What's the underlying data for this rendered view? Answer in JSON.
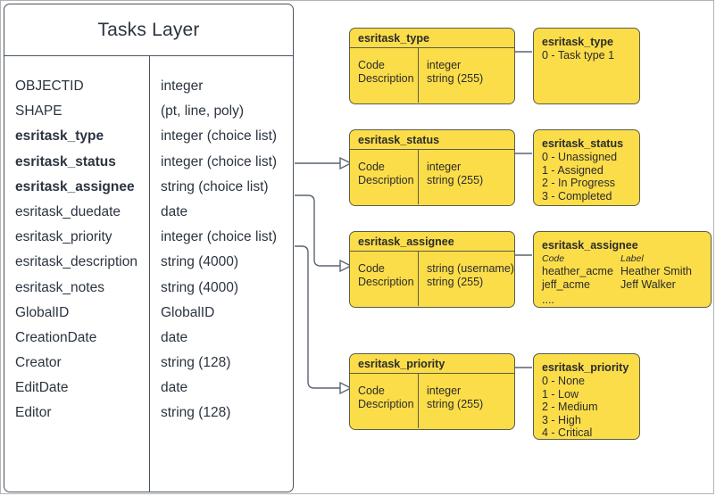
{
  "diagram": {
    "entity": {
      "title": "Tasks Layer",
      "fields": [
        {
          "name": "OBJECTID",
          "type": "integer",
          "bold": false
        },
        {
          "name": "SHAPE",
          "type": "(pt, line, poly)",
          "bold": false
        },
        {
          "name": "esritask_type",
          "type": "integer (choice list)",
          "bold": true
        },
        {
          "name": "esritask_status",
          "type": "integer (choice list)",
          "bold": true
        },
        {
          "name": "esritask_assignee",
          "type": "string (choice list)",
          "bold": true
        },
        {
          "name": "esritask_duedate",
          "type": "date",
          "bold": false
        },
        {
          "name": "esritask_priority",
          "type": "integer (choice list)",
          "bold": false
        },
        {
          "name": "esritask_description",
          "type": "string (4000)",
          "bold": false
        },
        {
          "name": "esritask_notes",
          "type": "string (4000)",
          "bold": false
        },
        {
          "name": "GlobalID",
          "type": "GlobalID",
          "bold": false
        },
        {
          "name": "CreationDate",
          "type": "date",
          "bold": false
        },
        {
          "name": "Creator",
          "type": "string (128)",
          "bold": false
        },
        {
          "name": "EditDate",
          "type": "date",
          "bold": false
        },
        {
          "name": "Editor",
          "type": "string (128)",
          "bold": false
        }
      ]
    },
    "schema_boxes": [
      {
        "title": "esritask_type",
        "labels": [
          "Code",
          "Description"
        ],
        "types": [
          "integer",
          "string (255)"
        ]
      },
      {
        "title": "esritask_status",
        "labels": [
          "Code",
          "Description"
        ],
        "types": [
          "integer",
          "string (255)"
        ]
      },
      {
        "title": "esritask_assignee",
        "labels": [
          "Code",
          "Description"
        ],
        "types": [
          "string  (username)",
          "string (255)"
        ]
      },
      {
        "title": "esritask_priority",
        "labels": [
          "Code",
          "Description"
        ],
        "types": [
          "integer",
          "string (255)"
        ]
      }
    ],
    "value_boxes": {
      "type": {
        "title": "esritask_type",
        "values": [
          "0 - Task type 1"
        ]
      },
      "status": {
        "title": "esritask_status",
        "values": [
          "0 - Unassigned",
          "1 - Assigned",
          "2 - In Progress",
          "3 - Completed"
        ]
      },
      "assignee": {
        "title": "esritask_assignee",
        "header_code": "Code",
        "header_label": "Label",
        "codes": [
          "heather_acme",
          "jeff_acme",
          "...."
        ],
        "labels": [
          "Heather Smith",
          "Jeff Walker",
          ""
        ]
      },
      "priority": {
        "title": "esritask_priority",
        "values": [
          "0 - None",
          "1 - Low",
          "2 - Medium",
          "3 - High",
          "4 - Critical"
        ]
      }
    },
    "colors": {
      "box_fill": "#fbdd49",
      "box_stroke": "#5c5c4a",
      "entity_stroke": "#4a5360",
      "text": "#2b3440",
      "frame": "#b3b3b3",
      "connector": "#5a6472"
    }
  }
}
